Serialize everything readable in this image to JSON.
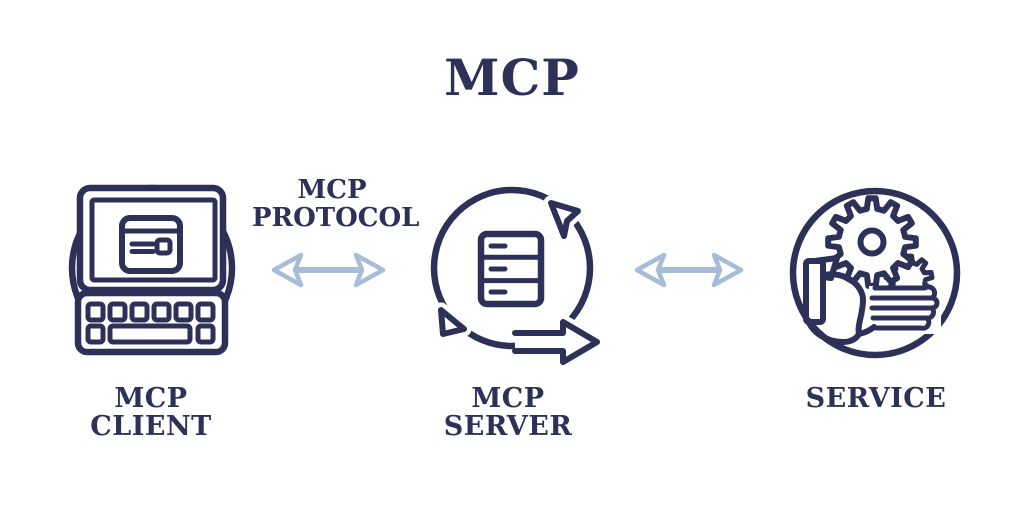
{
  "colors": {
    "ink": "#2d3157",
    "accent": "#a6bcd8",
    "background": "#ffffff"
  },
  "title": "MCP",
  "nodes": [
    {
      "id": "mcp-client",
      "label_lines": [
        "MCP",
        "CLIENT"
      ],
      "icon": "client-device-icon"
    },
    {
      "id": "mcp-server",
      "label_lines": [
        "MCP",
        "SERVER"
      ],
      "icon": "server-sync-icon"
    },
    {
      "id": "service",
      "label_lines": [
        "SERVICE"
      ],
      "icon": "hand-gear-icon"
    }
  ],
  "connections": [
    {
      "from": "mcp-client",
      "to": "mcp-server",
      "label_lines": [
        "MCP",
        "PROTOCOL"
      ],
      "style": "double-headed-arrow"
    },
    {
      "from": "mcp-server",
      "to": "service",
      "label_lines": [],
      "style": "double-headed-arrow"
    }
  ]
}
